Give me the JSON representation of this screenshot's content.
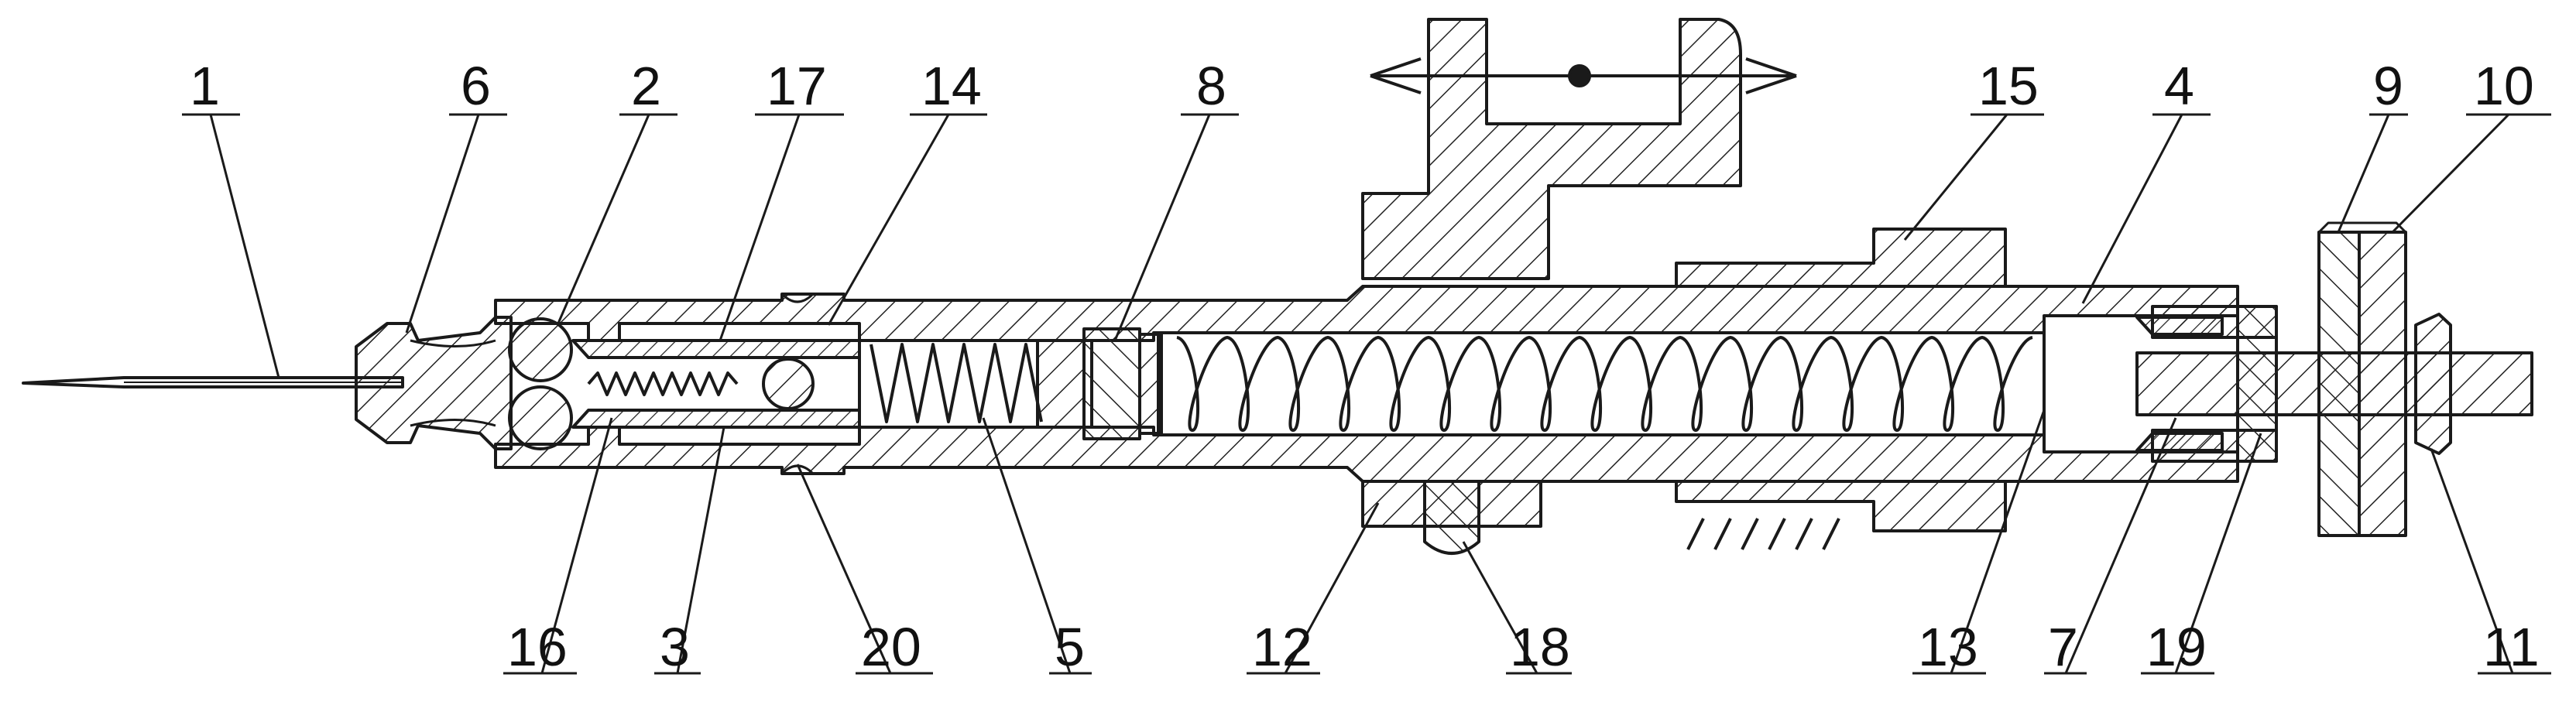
{
  "drawing": {
    "part_labels": [
      "1",
      "6",
      "2",
      "17",
      "14",
      "8",
      "15",
      "4",
      "9",
      "10",
      "16",
      "3",
      "20",
      "5",
      "12",
      "18",
      "13",
      "7",
      "19",
      "11"
    ]
  },
  "colors": {
    "ink": "#1a1a1a",
    "paper": "#ffffff"
  }
}
